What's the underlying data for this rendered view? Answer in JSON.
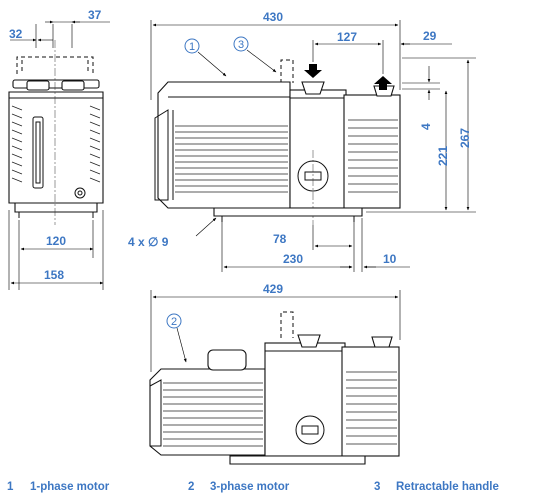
{
  "dimensions": {
    "d32": "32",
    "d37": "37",
    "d430": "430",
    "d127": "127",
    "d29": "29",
    "d4": "4",
    "d221": "221",
    "d267": "267",
    "d120": "120",
    "d158": "158",
    "holes": "4 x ∅ 9",
    "d78": "78",
    "d230": "230",
    "d10": "10",
    "d429": "429"
  },
  "callouts": {
    "c1": "1",
    "c2": "2",
    "c3": "3"
  },
  "legend": [
    {
      "num": "1",
      "label": "1-phase motor"
    },
    {
      "num": "2",
      "label": "3-phase motor"
    },
    {
      "num": "3",
      "label": "Retractable handle"
    }
  ],
  "colors": {
    "label": "#3d77c3",
    "line": "#111111"
  },
  "icons": {
    "inlet": "arrow-down-icon",
    "exhaust": "arrow-up-icon"
  }
}
